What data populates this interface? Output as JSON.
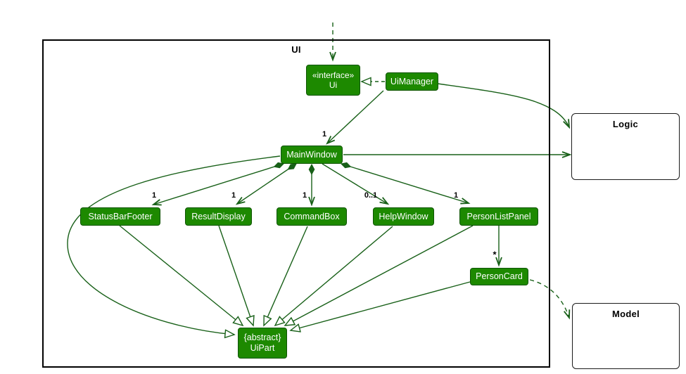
{
  "diagram": {
    "package_label": "UI",
    "external_components": [],
    "logic_box": {
      "label": "Logic"
    },
    "model_box": {
      "label": "Model"
    },
    "classes": {
      "ui_interface": {
        "stereotype": "«interface»",
        "name": "Ui"
      },
      "ui_manager": {
        "name": "UiManager"
      },
      "main_window": {
        "name": "MainWindow"
      },
      "status_bar_footer": {
        "name": "StatusBarFooter"
      },
      "result_display": {
        "name": "ResultDisplay"
      },
      "command_box": {
        "name": "CommandBox"
      },
      "help_window": {
        "name": "HelpWindow"
      },
      "person_list_panel": {
        "name": "PersonListPanel"
      },
      "person_card": {
        "name": "PersonCard"
      },
      "ui_part": {
        "modifier": "{abstract}",
        "name": "UiPart"
      }
    },
    "multiplicities": {
      "uimanager_mainwindow": "1",
      "mainwindow_statusbarfooter": "1",
      "mainwindow_resultdisplay": "1",
      "mainwindow_commandbox": "1",
      "mainwindow_helpwindow": "0..1",
      "mainwindow_personlistpanel": "1",
      "personlistpanel_personcard": "*"
    },
    "colors": {
      "class_fill": "#1D8900",
      "class_border": "#0E5400",
      "edge": "#186018",
      "class_text": "#FFFFFF",
      "frame_border": "#000000",
      "label_text": "#000000"
    }
  }
}
